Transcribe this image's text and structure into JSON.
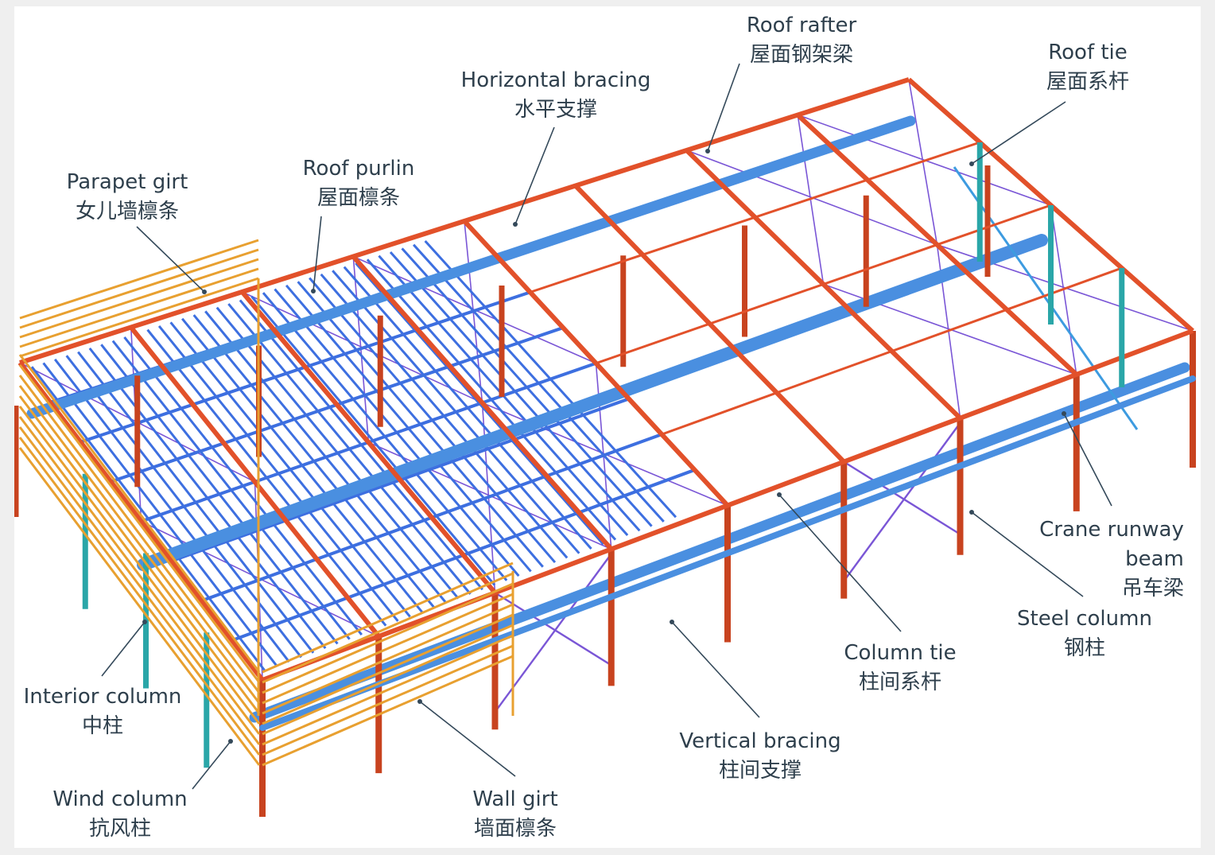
{
  "colors": {
    "background": "#ffffff",
    "frame_steel": "#e2512a",
    "column_dark": "#c8431f",
    "bracing": "#7a56d6",
    "crane_beam": "#4a8fe0",
    "purlin": "#3d6fe0",
    "wind_column": "#2aa6a8",
    "girt": "#e8a030",
    "leader_line": "#34495a",
    "label_text": "#2e3f4c"
  },
  "labels": {
    "roof_rafter": {
      "en": "Roof rafter",
      "zh": "屋面钢架梁"
    },
    "roof_tie": {
      "en": "Roof tie",
      "zh": "屋面系杆"
    },
    "horizontal_bracing": {
      "en": "Horizontal bracing",
      "zh": "水平支撑"
    },
    "roof_purlin": {
      "en": "Roof purlin",
      "zh": "屋面檩条"
    },
    "parapet_girt": {
      "en": "Parapet girt",
      "zh": "女儿墙檩条"
    },
    "crane_runway_beam": {
      "en1": "Crane runway",
      "en2": "beam",
      "zh": "吊车梁"
    },
    "steel_column": {
      "en": "Steel column",
      "zh": "钢柱"
    },
    "column_tie": {
      "en": "Column tie",
      "zh": "柱间系杆"
    },
    "vertical_bracing": {
      "en": "Vertical bracing",
      "zh": "柱间支撑"
    },
    "wall_girt": {
      "en": "Wall girt",
      "zh": "墙面檩条"
    },
    "interior_column": {
      "en": "Interior column",
      "zh": "中柱"
    },
    "wind_column": {
      "en": "Wind column",
      "zh": "抗风柱"
    }
  }
}
